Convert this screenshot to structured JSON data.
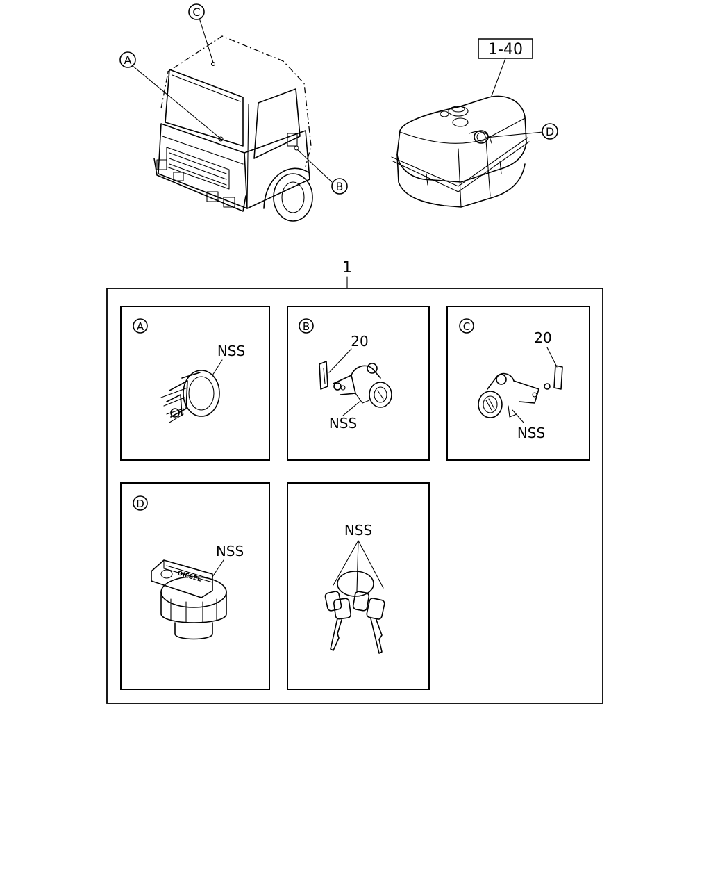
{
  "callouts": {
    "truck": {
      "a": "A",
      "b": "B",
      "c": "C"
    },
    "tank": {
      "ref": "1-40",
      "d": "D"
    },
    "assembly_number": "1"
  },
  "panels": {
    "a": {
      "badge": "A",
      "label": "NSS"
    },
    "b": {
      "badge": "B",
      "label": "NSS",
      "part": "20"
    },
    "c": {
      "badge": "C",
      "label": "NSS",
      "part": "20"
    },
    "d": {
      "badge": "D",
      "label": "NSS",
      "cap_text": "DIESEL"
    },
    "keys": {
      "label": "NSS"
    }
  }
}
